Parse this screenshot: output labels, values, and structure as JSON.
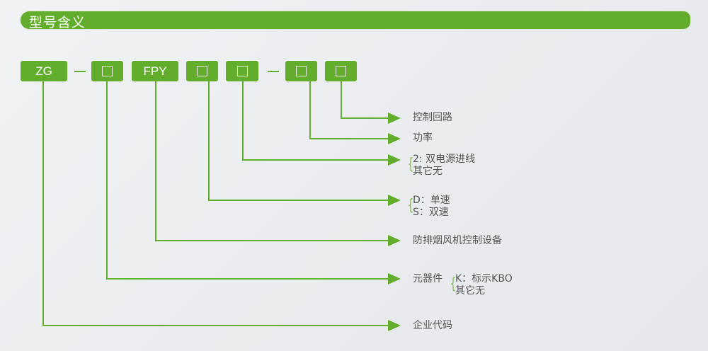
{
  "header": {
    "title": "型号含义"
  },
  "codes": [
    "ZG",
    "",
    "FPY",
    "",
    "",
    "",
    ""
  ],
  "labels": {
    "control_circuit": "控制回路",
    "power": "功率",
    "dual_power_1": "2: 双电源进线",
    "dual_power_2": "其它无",
    "speed_1": "D：单速",
    "speed_2": "S：双速",
    "device": "防排烟风机控制设备",
    "component": "元器件",
    "component_1": "K：标示KBO",
    "component_2": "其它无",
    "company": "企业代码"
  },
  "colors": {
    "accent": "#62ad2b"
  }
}
